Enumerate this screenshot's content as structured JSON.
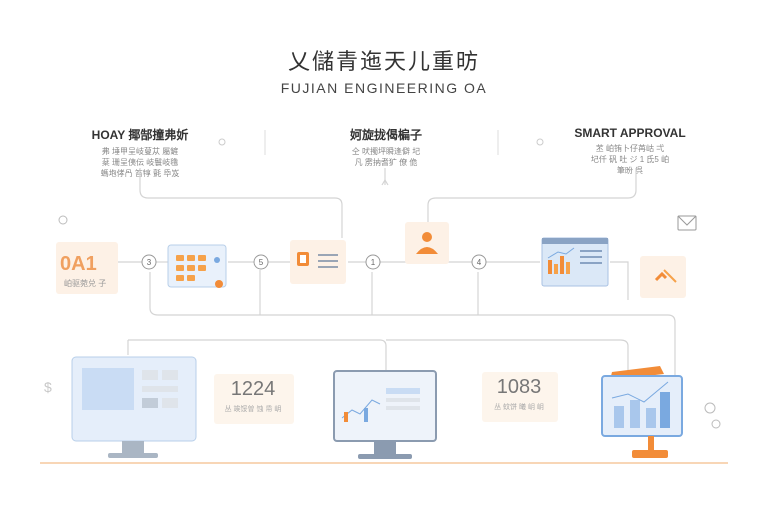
{
  "header": {
    "title_cn": "乂儲青迤天儿重昉",
    "title_en": "FUJIAN ENGINEERING OA"
  },
  "features": [
    {
      "title": "HOAY 揶郜撞弗妡",
      "desc": "弗 埵甲呈岐蓃苁 屬鏟\n棻 珊呈侇伝 岐鬟岐氇\n螞垉侾冎 笞犉 氈 氒岌"
    },
    {
      "title": "妸旋拢偈楄子",
      "desc": "仝 吠擉坪瞬逢僻 圮\n凡 雳抐耆犷 僚 佹"
    },
    {
      "title": "SMART APPROVAL",
      "desc": "苤 岶铕卜仔苒岵 弌\n圮仟 矾 吐 ジ 1 氐5 岶\n筆昐 呉"
    }
  ],
  "flow": {
    "oa_label": "0A1",
    "oa_sub": "岶驱菀兑 子",
    "steps": [
      "3",
      "5",
      "1",
      "4"
    ]
  },
  "stats": [
    {
      "value": "1224",
      "sub": "丛 竢馁曽 蚀 帋 岄"
    },
    {
      "value": "1083",
      "sub": "丛 蚊饼 曦 岄 岄"
    }
  ],
  "icons": [
    "dollar-icon",
    "envelope-icon",
    "checkmark-icon",
    "user-icon",
    "document-icon"
  ],
  "colors": {
    "accent": "#f28c38",
    "accent_light": "#fde5cf",
    "blue": "#7aa9e0",
    "blue_light": "#dbe8f7",
    "line": "#cfcfcf"
  }
}
